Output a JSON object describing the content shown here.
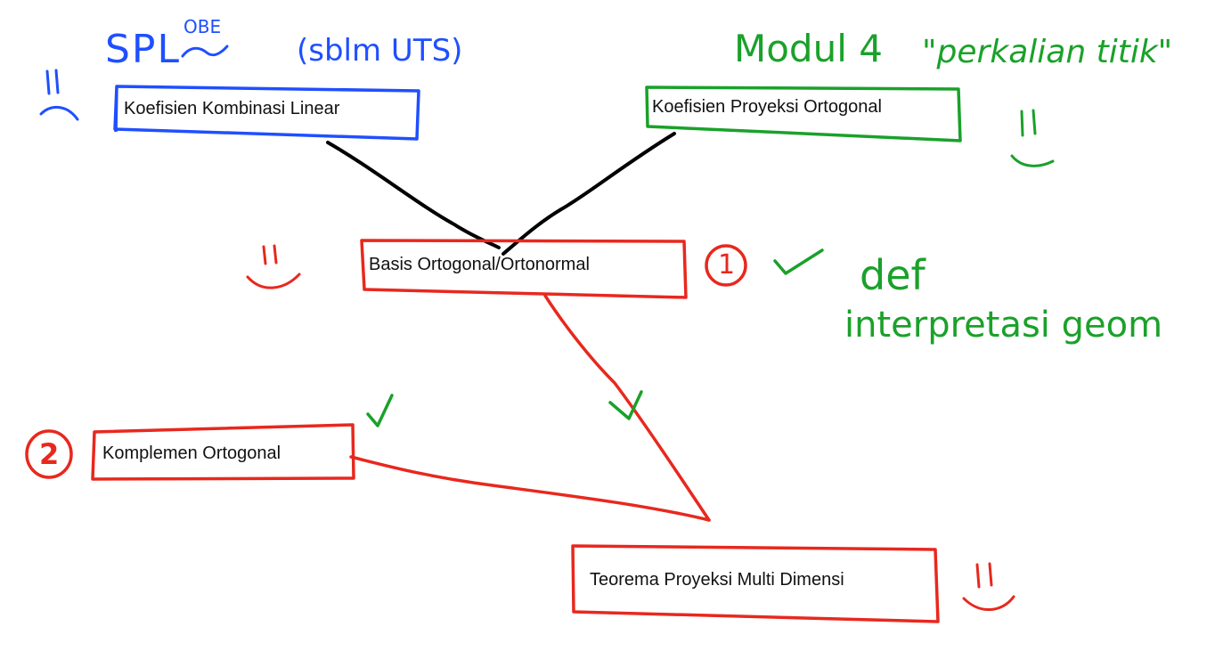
{
  "colors": {
    "blue": "#1f4fff",
    "green": "#1aa12a",
    "red": "#e8281e",
    "black": "#000000",
    "background": "#ffffff"
  },
  "nodes": {
    "kombinasi": "Koefisien Kombinasi Linear",
    "proyeksi": "Koefisien Proyeksi Ortogonal",
    "basis": "Basis Ortogonal/Ortonormal",
    "komplemen": "Komplemen Ortogonal",
    "teorema": "Teorema Proyeksi Multi Dimensi"
  },
  "handwriting": {
    "spl": "SPL",
    "obe": "OBE",
    "sblm_uts": "(sblm UTS)",
    "modul": "Modul 4",
    "perkalian": "\"perkalian titik\"",
    "def": "def",
    "interpretasi": "interpretasi geom",
    "num1": "1",
    "num2": "2"
  }
}
